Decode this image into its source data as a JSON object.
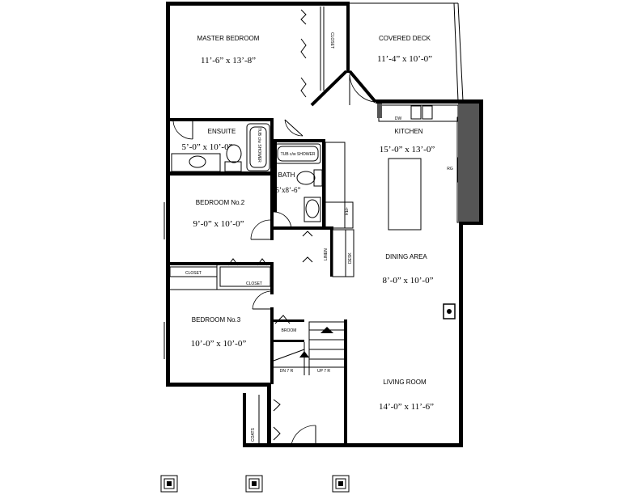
{
  "rooms": {
    "master_bedroom": {
      "name": "MASTER BEDROOM",
      "dim": "11’-6” x 13’-8”"
    },
    "covered_deck": {
      "name": "COVERED DECK",
      "dim": "11’-4” x 10’-0”"
    },
    "ensuite": {
      "name": "ENSUITE",
      "dim": "5’-0” x 10’-0”"
    },
    "kitchen": {
      "name": "KITCHEN",
      "dim": "15’-0” x 13’-0”"
    },
    "bath": {
      "name": "BATH",
      "dim": "5’x8’-6”"
    },
    "bedroom2": {
      "name": "BEDROOM No.2",
      "dim": "9’-0” x 10’-0”"
    },
    "dining": {
      "name": "DINING AREA",
      "dim": "8’-0” x 10’-0”"
    },
    "bedroom3": {
      "name": "BEDROOM No.3",
      "dim": "10’-0” x 10’-0”"
    },
    "living": {
      "name": "LIVING ROOM",
      "dim": "14’-0” x 11’-6”"
    }
  },
  "labels": {
    "closet_master": "CLOSET",
    "tub_shower_ensuite": "TUB c/w SHOWER",
    "tub_shower_bath": "TUB c/w SHOWER",
    "dw": "DW",
    "rg": "RG",
    "ref": "REF",
    "linen": "LINEN",
    "desk": "DESK",
    "closet_b3a": "CLOSET",
    "closet_b3b": "CLOSET",
    "broom": "BROOM",
    "dn": "DN 7 R",
    "up": "UP 7 R",
    "coats": "COATS"
  }
}
